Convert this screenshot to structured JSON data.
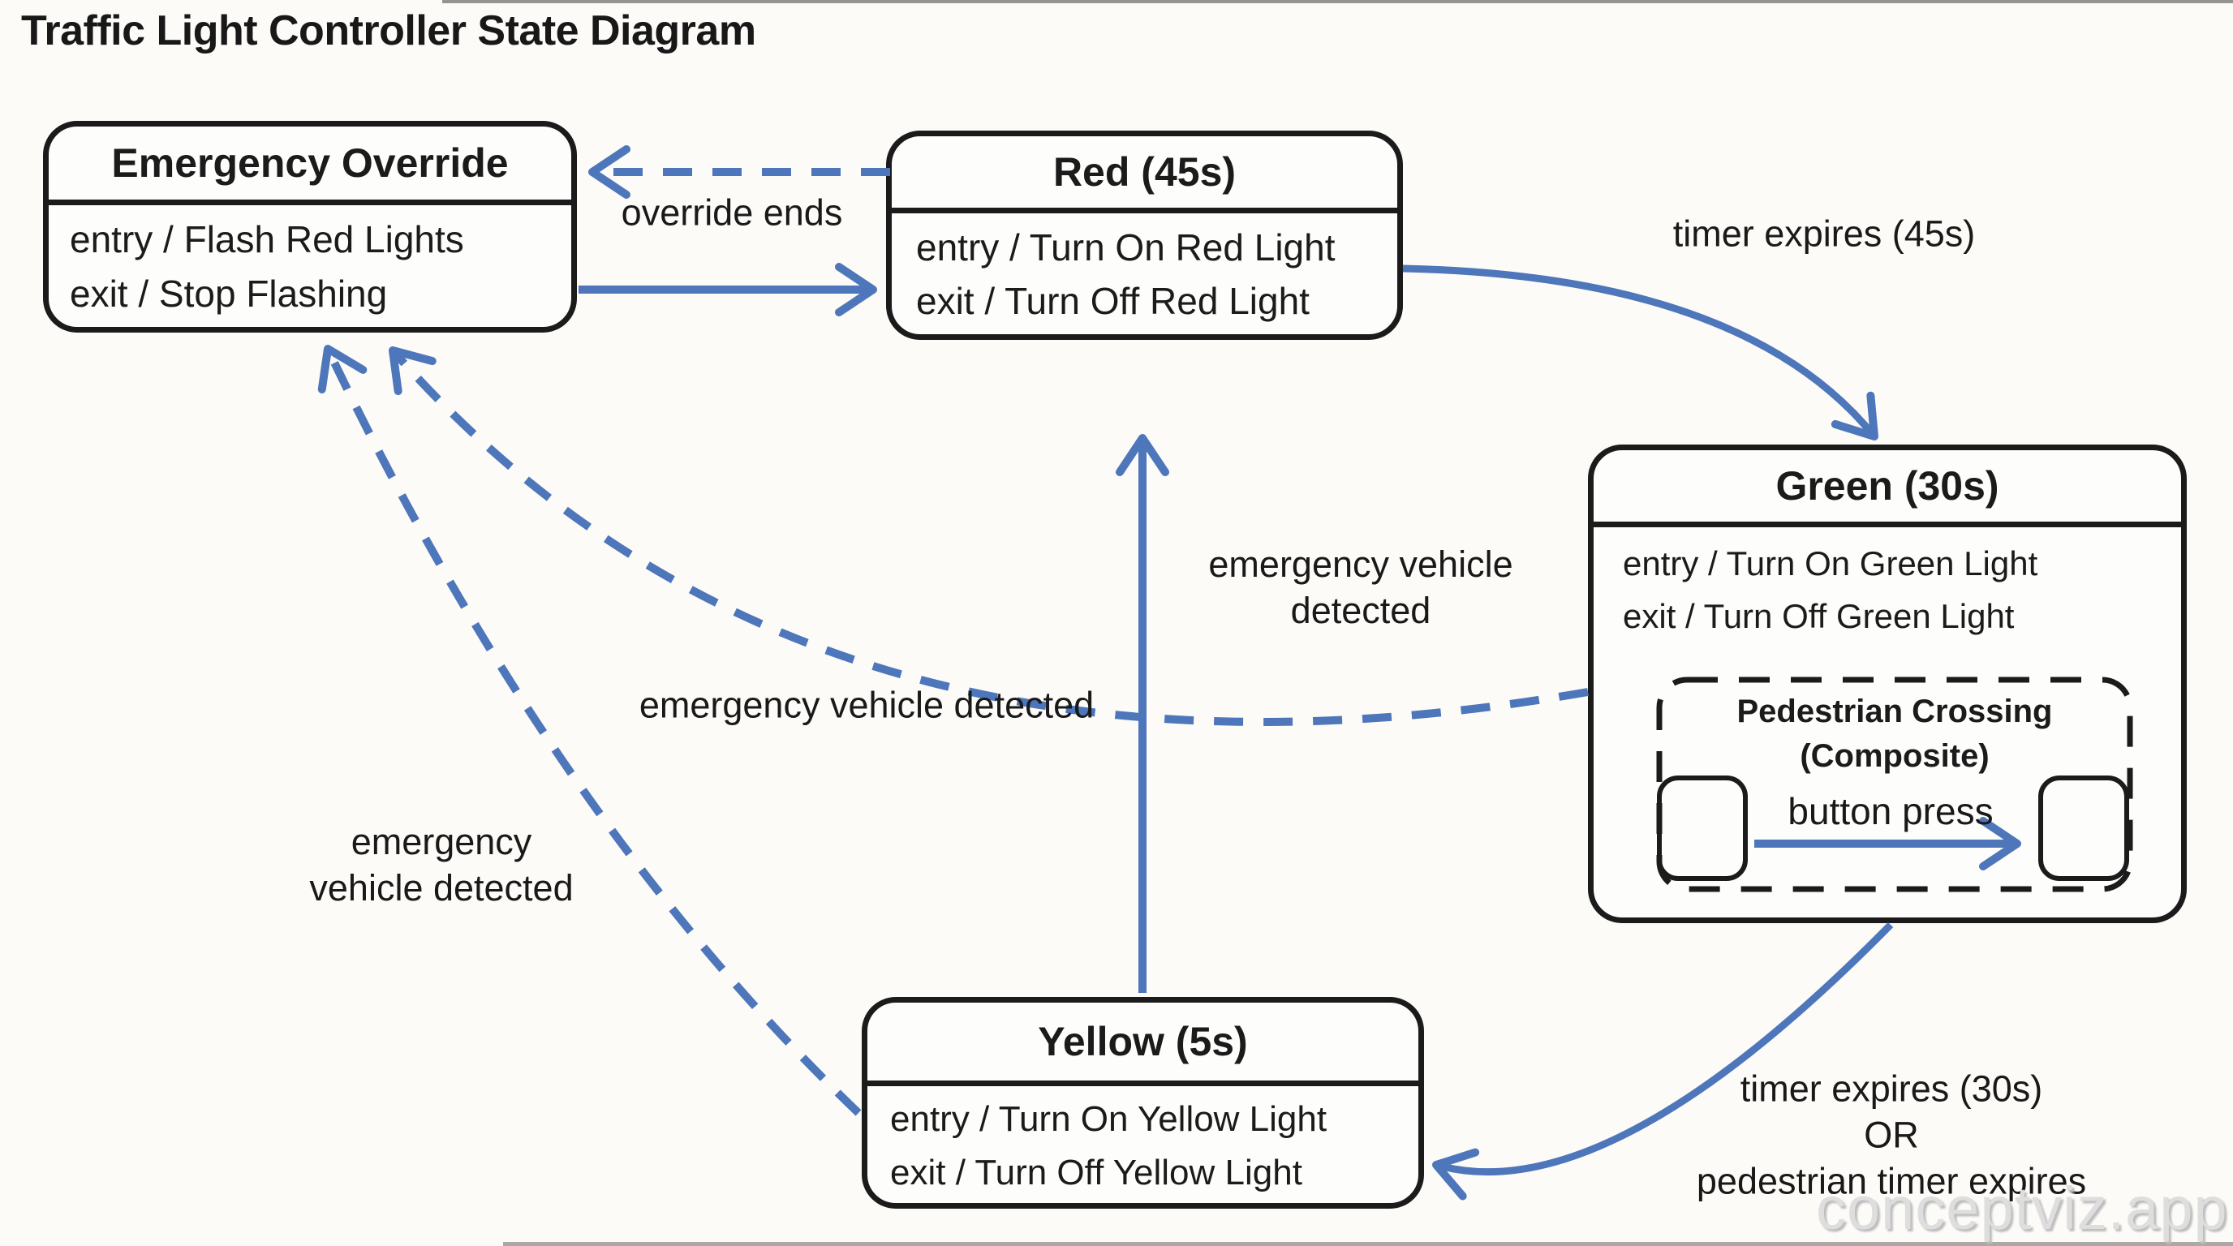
{
  "page_title": "Traffic Light Controller State Diagram",
  "watermark": "conceptviz.app",
  "colors": {
    "arrow_blue": "#4e76ba",
    "diagram_black": "#1b1b1b",
    "background": "#fcfbf8",
    "watermark_gray": "#dedede"
  },
  "states": {
    "emergency_override": {
      "title": "Emergency Override",
      "actions": [
        "entry / Flash Red Lights",
        "exit / Stop Flashing"
      ]
    },
    "red": {
      "title": "Red (45s)",
      "actions": [
        "entry / Turn On Red Light",
        "exit / Turn Off Red Light"
      ]
    },
    "green": {
      "title": "Green (30s)",
      "actions": [
        "entry / Turn On Green Light",
        "exit / Turn Off Green Light"
      ],
      "composite": {
        "title": "Pedestrian Crossing",
        "subtitle": "(Composite)",
        "transition_label": "button press",
        "substates": [
          {
            "label": ""
          },
          {
            "label": ""
          }
        ]
      }
    },
    "yellow": {
      "title": "Yellow (5s)",
      "actions": [
        "entry / Turn On Yellow Light",
        "exit / Turn Off Yellow Light"
      ]
    }
  },
  "transitions": [
    {
      "from": "Red",
      "to": "Emergency Override",
      "style": "dashed",
      "label_lines": [
        "override ends"
      ]
    },
    {
      "from": "Emergency Override",
      "to": "Red",
      "style": "solid",
      "label_lines": []
    },
    {
      "from": "Red",
      "to": "Green",
      "style": "solid",
      "label_lines": [
        "timer expires (45s)"
      ]
    },
    {
      "from": "Green",
      "to": "Yellow",
      "style": "solid",
      "label_lines": [
        "timer expires (30s)",
        "OR",
        "pedestrian timer expires"
      ]
    },
    {
      "from": "Yellow",
      "to": "Red",
      "style": "solid",
      "label_lines": [
        "emergency vehicle",
        "detected"
      ]
    },
    {
      "from": "Green",
      "to": "Emergency Override",
      "style": "dashed",
      "label_lines": [
        "emergency vehicle detected"
      ]
    },
    {
      "from": "Yellow",
      "to": "Emergency Override",
      "style": "dashed",
      "label_lines": [
        "emergency",
        "vehicle detected"
      ]
    },
    {
      "from": "Pedestrian Crossing sub-state 1",
      "to": "Pedestrian Crossing sub-state 2",
      "style": "solid",
      "label_lines": [
        "button press"
      ]
    }
  ]
}
